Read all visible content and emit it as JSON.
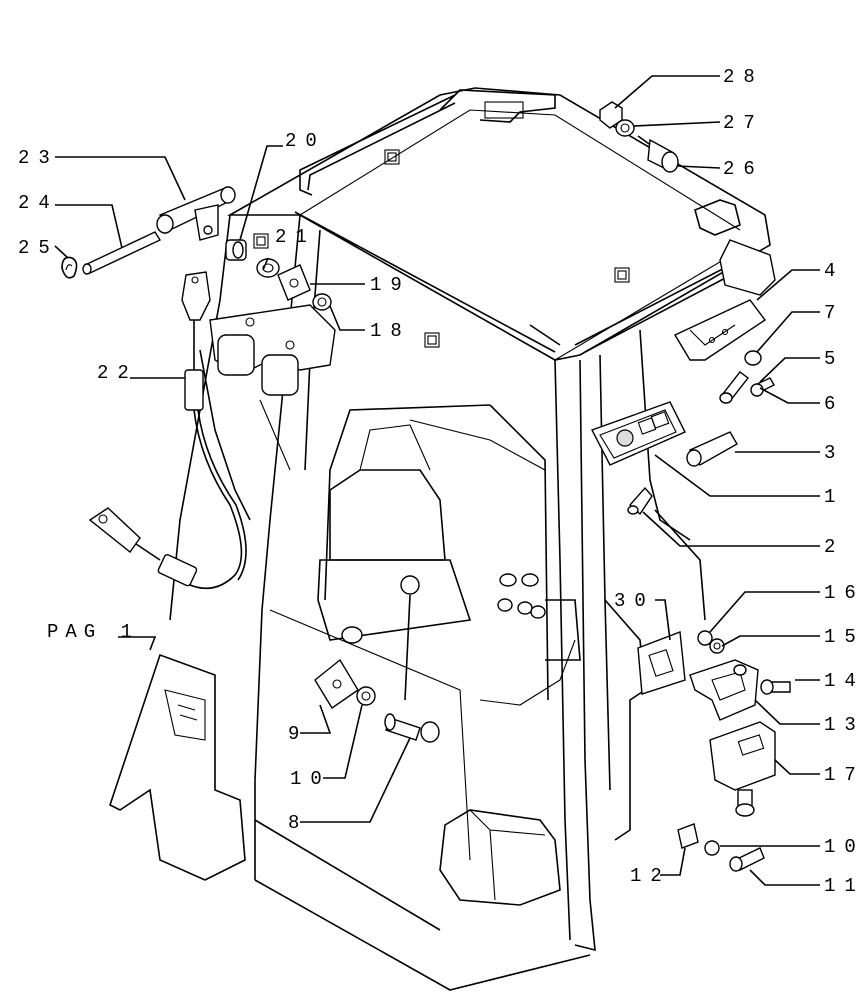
{
  "page_ref": "PAG 1",
  "callouts": [
    {
      "id": "c28",
      "label": "28"
    },
    {
      "id": "c27",
      "label": "27"
    },
    {
      "id": "c26",
      "label": "26"
    },
    {
      "id": "c20",
      "label": "20"
    },
    {
      "id": "c23",
      "label": "23"
    },
    {
      "id": "c24",
      "label": "24"
    },
    {
      "id": "c25",
      "label": "25"
    },
    {
      "id": "c21",
      "label": "21"
    },
    {
      "id": "c19",
      "label": "19"
    },
    {
      "id": "c18",
      "label": "18"
    },
    {
      "id": "c22",
      "label": "22"
    },
    {
      "id": "c4",
      "label": "4"
    },
    {
      "id": "c7",
      "label": "7"
    },
    {
      "id": "c5",
      "label": "5"
    },
    {
      "id": "c6",
      "label": "6"
    },
    {
      "id": "c3",
      "label": "3"
    },
    {
      "id": "c1",
      "label": "1"
    },
    {
      "id": "c2",
      "label": "2"
    },
    {
      "id": "c30",
      "label": "30"
    },
    {
      "id": "c16",
      "label": "16"
    },
    {
      "id": "c15",
      "label": "15"
    },
    {
      "id": "c14",
      "label": "14"
    },
    {
      "id": "c13",
      "label": "13"
    },
    {
      "id": "c17",
      "label": "17"
    },
    {
      "id": "c9",
      "label": "9"
    },
    {
      "id": "c10a",
      "label": "10"
    },
    {
      "id": "c8",
      "label": "8"
    },
    {
      "id": "c10b",
      "label": "10"
    },
    {
      "id": "c12",
      "label": "12"
    },
    {
      "id": "c11",
      "label": "11"
    }
  ]
}
